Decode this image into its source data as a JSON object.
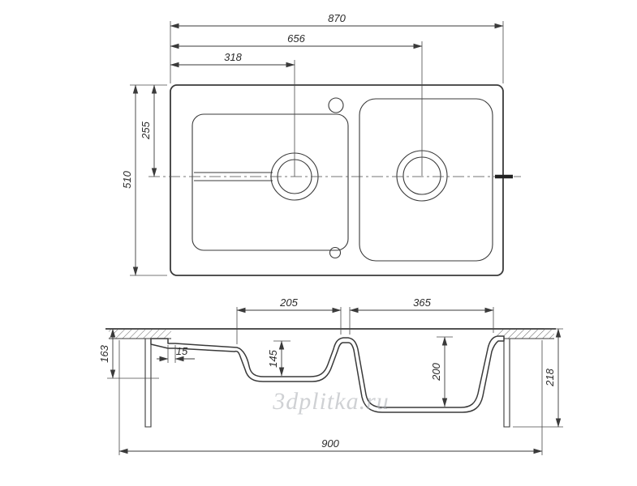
{
  "watermark": {
    "text": "3dplitka.ru",
    "color": "#a9adb2"
  },
  "top_view": {
    "dims": {
      "overall_width": "870",
      "right_drain_offset": "656",
      "left_drain_offset": "318",
      "overall_depth": "510",
      "drain_centerline": "255"
    }
  },
  "section_view": {
    "dims": {
      "left_bowl_width": "205",
      "right_bowl_width": "365",
      "left_height": "163",
      "step": "15",
      "left_bowl_depth": "145",
      "right_bowl_depth": "200",
      "right_height": "218",
      "overall_width": "900"
    }
  },
  "colors": {
    "line": "#3a3a3a",
    "background": "#ffffff"
  }
}
